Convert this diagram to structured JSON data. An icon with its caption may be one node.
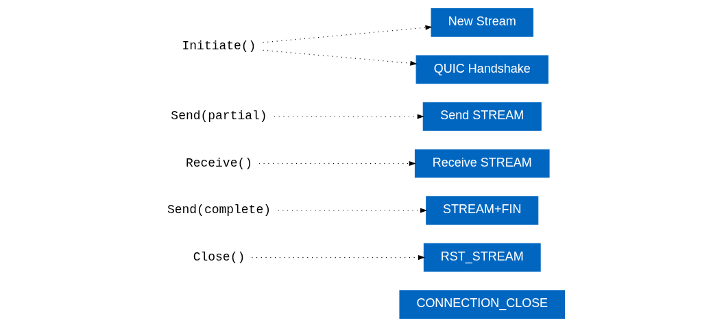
{
  "diagram": {
    "nodes": [
      {
        "text": [
          "Initiate()"
        ]
      },
      {
        "text": [
          "Send(partial)"
        ]
      },
      {
        "text": [
          "Send(complete)"
        ]
      },
      {
        "text": [
          "Receive()"
        ]
      },
      {
        "text": [
          "Close()"
        ]
      },
      {
        "text": [
          "QUIC Handshake"
        ]
      },
      {
        "text": [
          "New Stream"
        ]
      },
      {
        "text": [
          "Send STREAM"
        ]
      },
      {
        "text": [
          "Receive STREAM"
        ]
      },
      {
        "text": [
          "STREAM+FIN"
        ]
      },
      {
        "text": [
          "RST_STREAM"
        ]
      },
      {
        "text": [
          "CONNECTION_CLOSE"
        ]
      }
    ],
    "edges": [
      {
        "from": 0,
        "to": 5,
        "arrow": "to",
        "style": "dashed"
      },
      {
        "from": 0,
        "to": 6,
        "arrow": "to",
        "style": "dashed"
      },
      {
        "from": 1,
        "to": 7,
        "arrow": "to",
        "style": "dashed"
      },
      {
        "from": 2,
        "to": 9,
        "arrow": "to",
        "style": "dashed"
      },
      {
        "from": 3,
        "to": 8,
        "arrow": "to",
        "style": "dashed"
      },
      {
        "from": 4,
        "to": 10,
        "arrow": "to",
        "style": "dashed"
      }
    ]
  }
}
